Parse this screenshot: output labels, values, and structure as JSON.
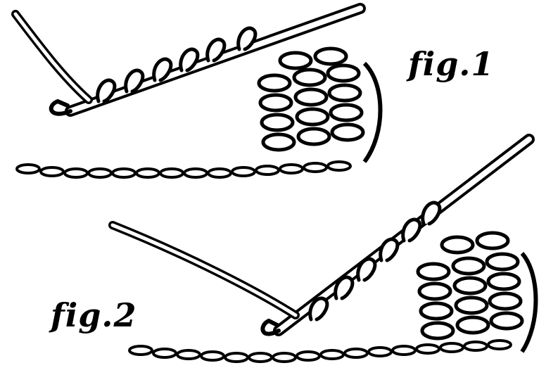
{
  "figures": [
    {
      "id": "fig1",
      "label": "fig.1"
    },
    {
      "id": "fig2",
      "label": "fig.2"
    }
  ],
  "colors": {
    "ink": "#000000",
    "paper": "#ffffff"
  },
  "icons": [
    "crochet-hook-icon",
    "yarn-loop-icon",
    "chain-stitch-icon"
  ]
}
